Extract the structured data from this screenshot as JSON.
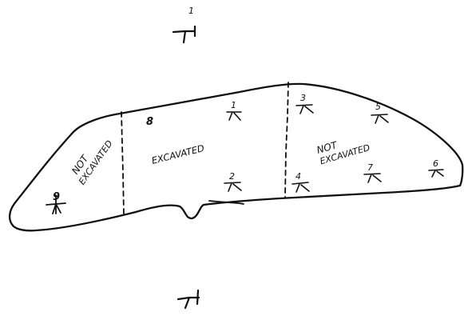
{
  "colors": {
    "ink": "#111111",
    "paper": "#ffffff"
  },
  "regions": {
    "left": [
      "NOT",
      "EXCAVATED"
    ],
    "middle": "EXCAVATED",
    "right": [
      "NOT",
      "EXCAVATED"
    ]
  },
  "markers": [
    {
      "id": "marker-8",
      "label": "8"
    },
    {
      "id": "marker-1",
      "label": "1"
    },
    {
      "id": "marker-2",
      "label": "2"
    },
    {
      "id": "marker-3",
      "label": "3"
    },
    {
      "id": "marker-4",
      "label": "4"
    },
    {
      "id": "marker-5",
      "label": "5"
    },
    {
      "id": "marker-6",
      "label": "6"
    },
    {
      "id": "marker-7",
      "label": "7"
    },
    {
      "id": "marker-9",
      "label": "9"
    }
  ],
  "survey_points": [
    {
      "id": "top",
      "label": "1"
    },
    {
      "id": "bottom",
      "label": ""
    }
  ]
}
